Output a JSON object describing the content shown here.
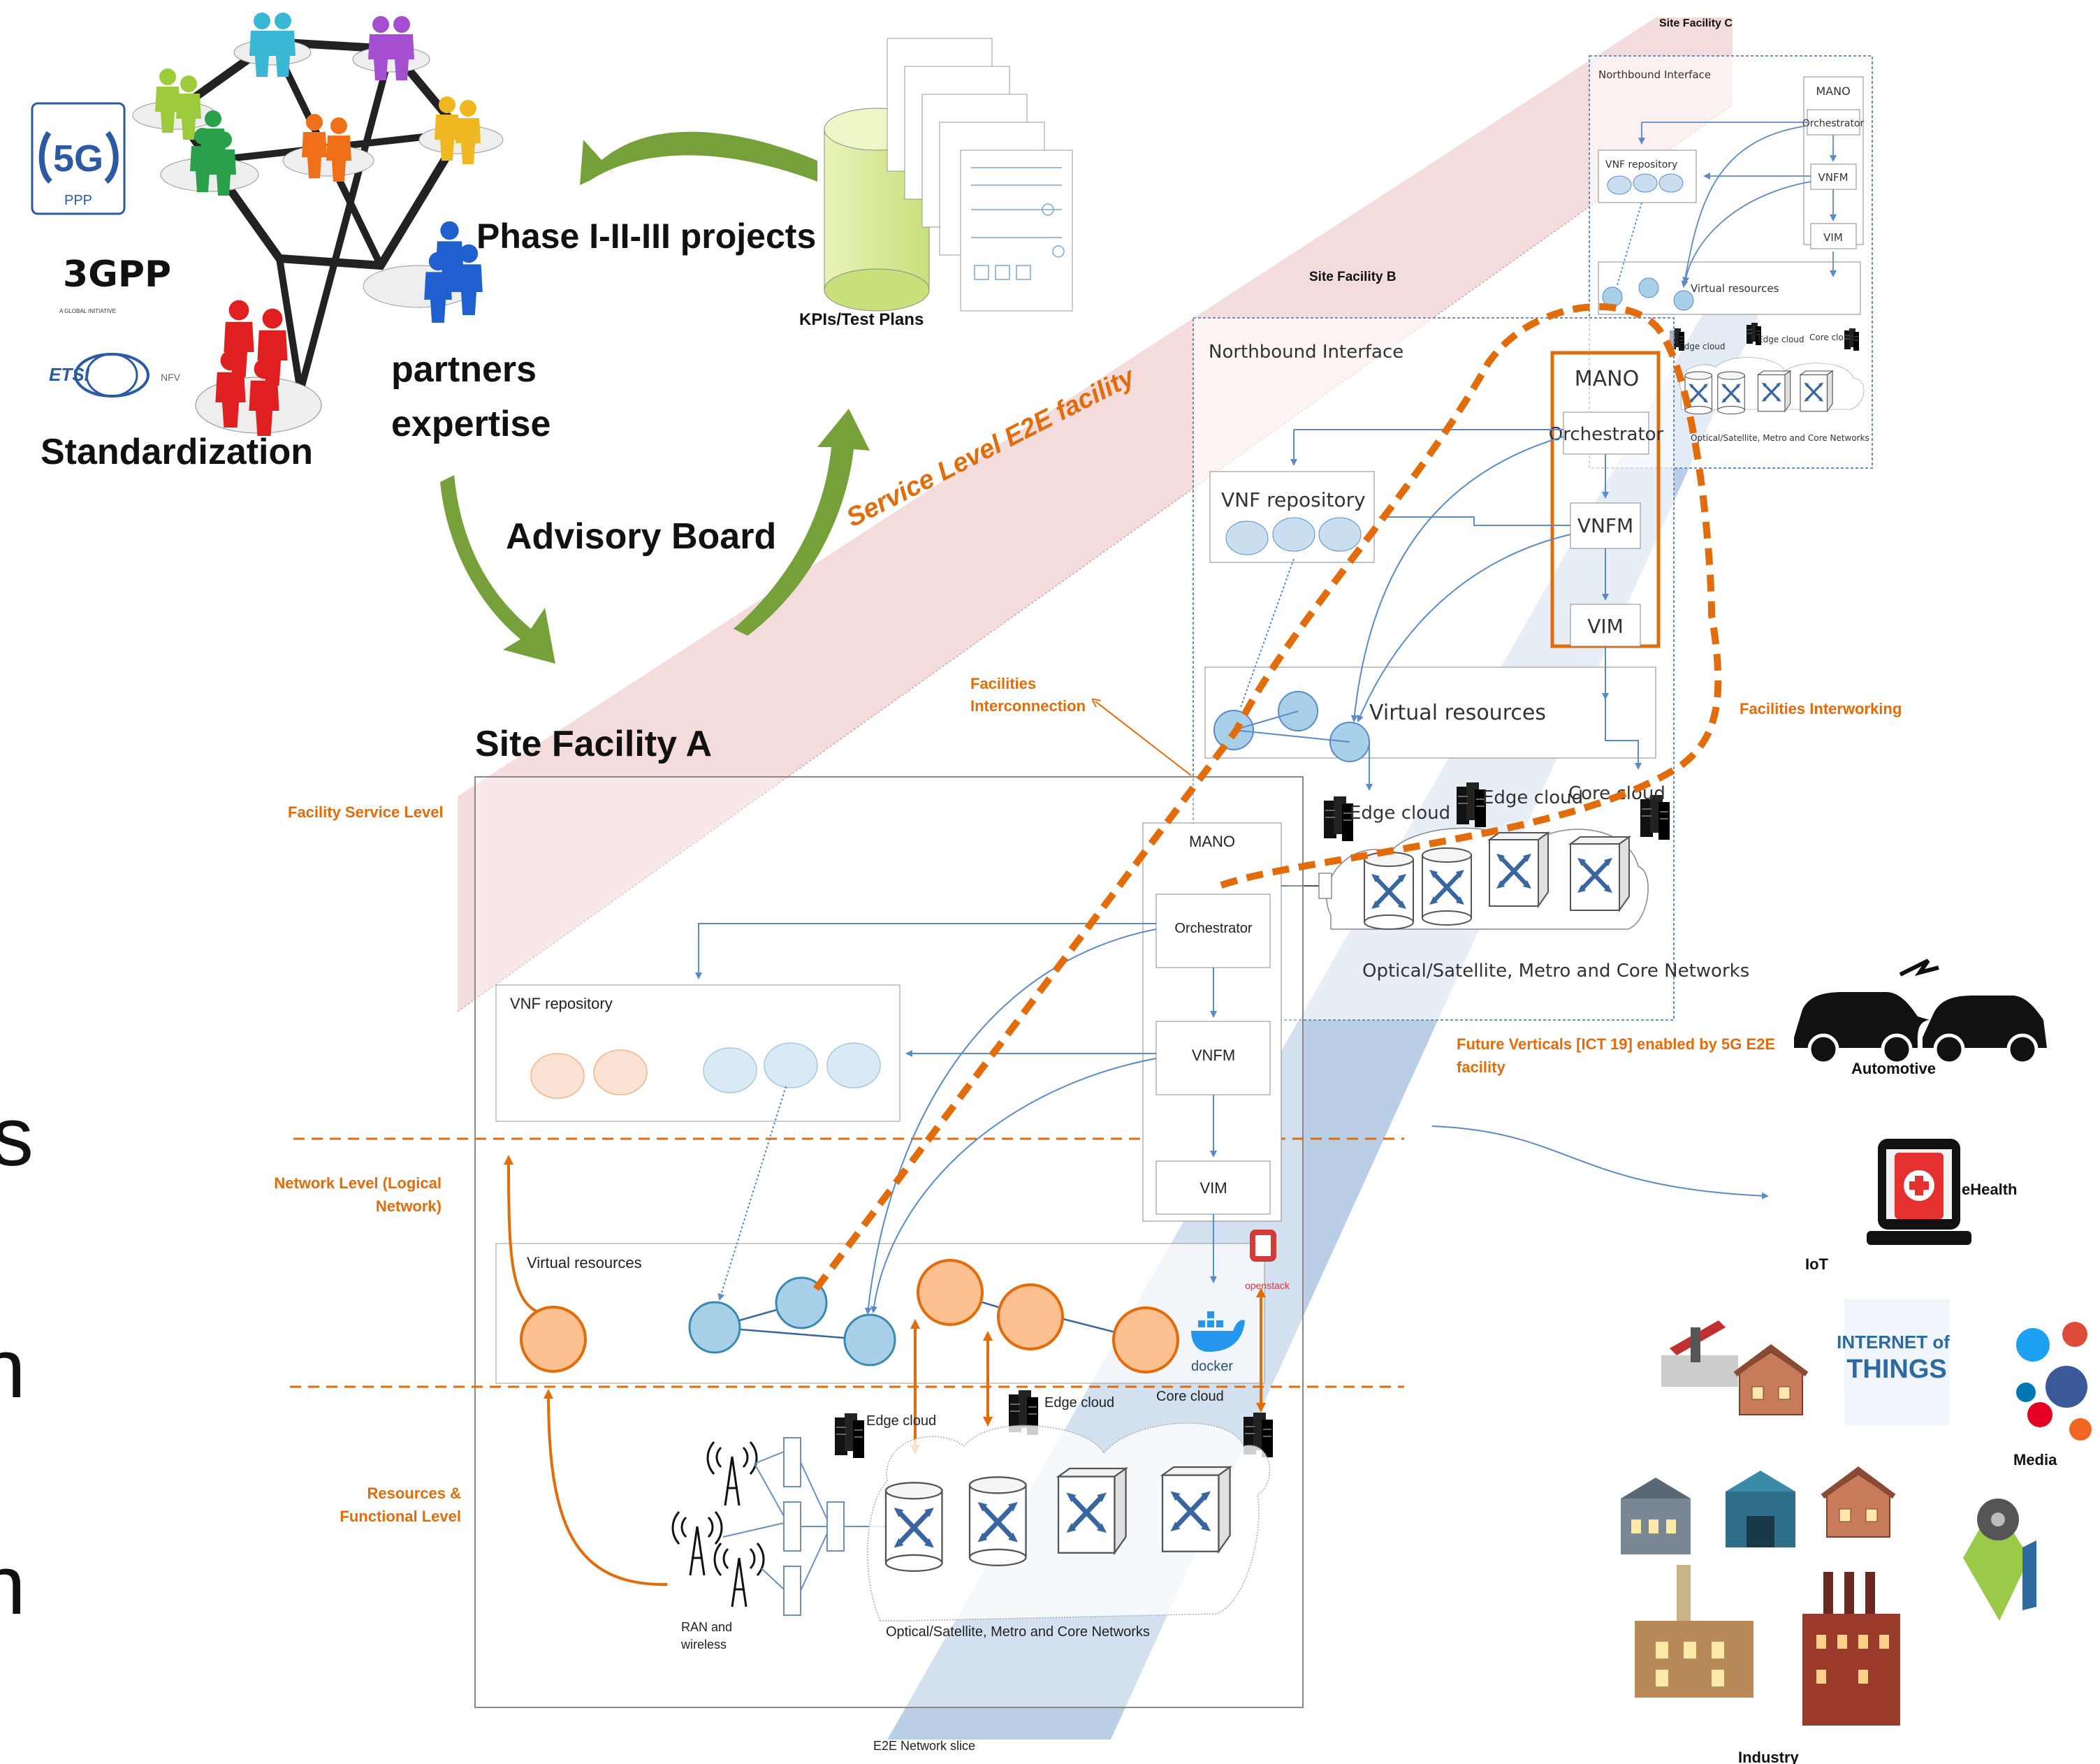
{
  "top": {
    "standardization": "Standardization",
    "partners_line1": "partners",
    "partners_line2": "expertise",
    "phase_projects": "Phase I-II-III projects",
    "kpis": "KPIs/Test Plans",
    "advisory_board": "Advisory Board",
    "service_level": "Service Level E2E facility"
  },
  "logos": {
    "fiveg": "5G",
    "fiveg_sub": "PPP",
    "threegpp": "3GPP",
    "threegpp_sub": "A GLOBAL INITIATIVE",
    "etsi": "ETSI",
    "etsi_sub": "NFV"
  },
  "cut_letters": [
    "s",
    "n",
    "n"
  ],
  "site_a": {
    "title": "Site Facility A",
    "facility_service_level": "Facility Service Level",
    "network_level": "Network Level (Logical Network)",
    "network_level_line1": "Network Level (Logical",
    "network_level_line2": "Network)",
    "resources_line1": "Resources &",
    "resources_line2": "Functional Level",
    "mano": "MANO",
    "orchestrator": "Orchestrator",
    "vnfm": "VNFM",
    "vim": "VIM",
    "vnf_repository": "VNF repository",
    "virtual_resources": "Virtual resources",
    "openstack": "openstack",
    "docker": "docker",
    "edge_cloud_1": "Edge cloud",
    "edge_cloud_2": "Edge cloud",
    "core_cloud": "Core cloud",
    "ran_line1": "RAN and",
    "ran_line2": "wireless",
    "optical": "Optical/Satellite, Metro and Core Networks",
    "e2e_slice": "E2E Network slice"
  },
  "site_b": {
    "title": "Site Facility B",
    "northbound": "Northbound Interface",
    "mano": "MANO",
    "orchestrator": "Orchestrator",
    "vnf_repository": "VNF repository",
    "vnfm": "VNFM",
    "vim": "VIM",
    "virtual_resources": "Virtual resources",
    "edge_cloud_1": "Edge cloud",
    "edge_cloud_2": "Edge cloud",
    "core_cloud": "Core cloud",
    "optical": "Optical/Satellite, Metro and Core Networks"
  },
  "site_c": {
    "title": "Site Facility C",
    "northbound": "Northbound Interface",
    "mano": "MANO",
    "orchestrator": "Orchestrator",
    "vnf_repository": "VNF repository",
    "vnfm": "VNFM",
    "vim": "VIM",
    "virtual_resources": "Virtual resources",
    "edge_cloud": "Edge cloud",
    "edge_cloud_2": "Edge cloud",
    "core_cloud": "Core cloud",
    "optical": "Optical/Satellite, Metro and Core Networks"
  },
  "interconnect": {
    "facilities_interconnection_1": "Facilities",
    "facilities_interconnection_2": "Interconnection",
    "facilities_interworking": "Facilities Interworking",
    "future_verticals_1": "Future Verticals [ICT 19] enabled by 5G E2E",
    "future_verticals_2": "facility"
  },
  "verticals": {
    "automotive": "Automotive",
    "ehealth": "eHealth",
    "iot": "IoT",
    "media": "Media",
    "industry": "Industry",
    "iot_things_1": "INTERNET of",
    "iot_things_2": "THINGS"
  },
  "colors": {
    "orange": "#e26b0a",
    "orange_fill": "#f8c9a2",
    "blue_line": "#5b8ac6",
    "blue_fill": "#c9dff0",
    "slice_blue": "#a9c3e0",
    "green_arrow": "#76a03a",
    "pink_band": "#f1d1d1"
  }
}
